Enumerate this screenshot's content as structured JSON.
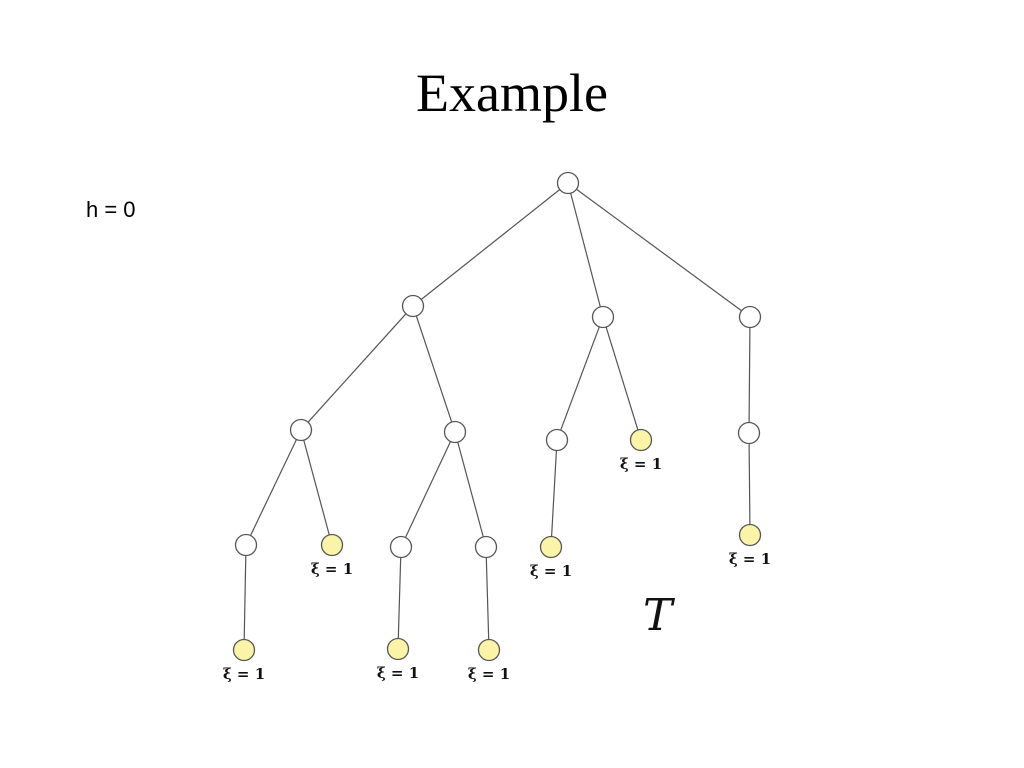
{
  "slide": {
    "title": "Example",
    "counter": "h = 0"
  },
  "tree": {
    "name": "T",
    "leaf_label": "ξ = 1",
    "colors": {
      "internal_fill": "#ffffff",
      "leaf_fill": "#fbf4a8",
      "stroke": "#555555"
    },
    "nodes": [
      {
        "id": "root",
        "parent": null,
        "leaf": false
      },
      {
        "id": "a",
        "parent": "root",
        "leaf": false
      },
      {
        "id": "b",
        "parent": "root",
        "leaf": false
      },
      {
        "id": "c",
        "parent": "root",
        "leaf": false
      },
      {
        "id": "a1",
        "parent": "a",
        "leaf": false
      },
      {
        "id": "a2",
        "parent": "a",
        "leaf": false
      },
      {
        "id": "a1x",
        "parent": "a1",
        "leaf": false
      },
      {
        "id": "a1y",
        "parent": "a1",
        "leaf": true
      },
      {
        "id": "a1x1",
        "parent": "a1x",
        "leaf": true
      },
      {
        "id": "a2x",
        "parent": "a2",
        "leaf": false
      },
      {
        "id": "a2y",
        "parent": "a2",
        "leaf": false
      },
      {
        "id": "a2x1",
        "parent": "a2x",
        "leaf": true
      },
      {
        "id": "a2y1",
        "parent": "a2y",
        "leaf": true
      },
      {
        "id": "b1",
        "parent": "b",
        "leaf": false
      },
      {
        "id": "b2",
        "parent": "b",
        "leaf": true
      },
      {
        "id": "b1x",
        "parent": "b1",
        "leaf": true
      },
      {
        "id": "c1",
        "parent": "c",
        "leaf": false
      },
      {
        "id": "c1x",
        "parent": "c1",
        "leaf": true
      }
    ]
  }
}
